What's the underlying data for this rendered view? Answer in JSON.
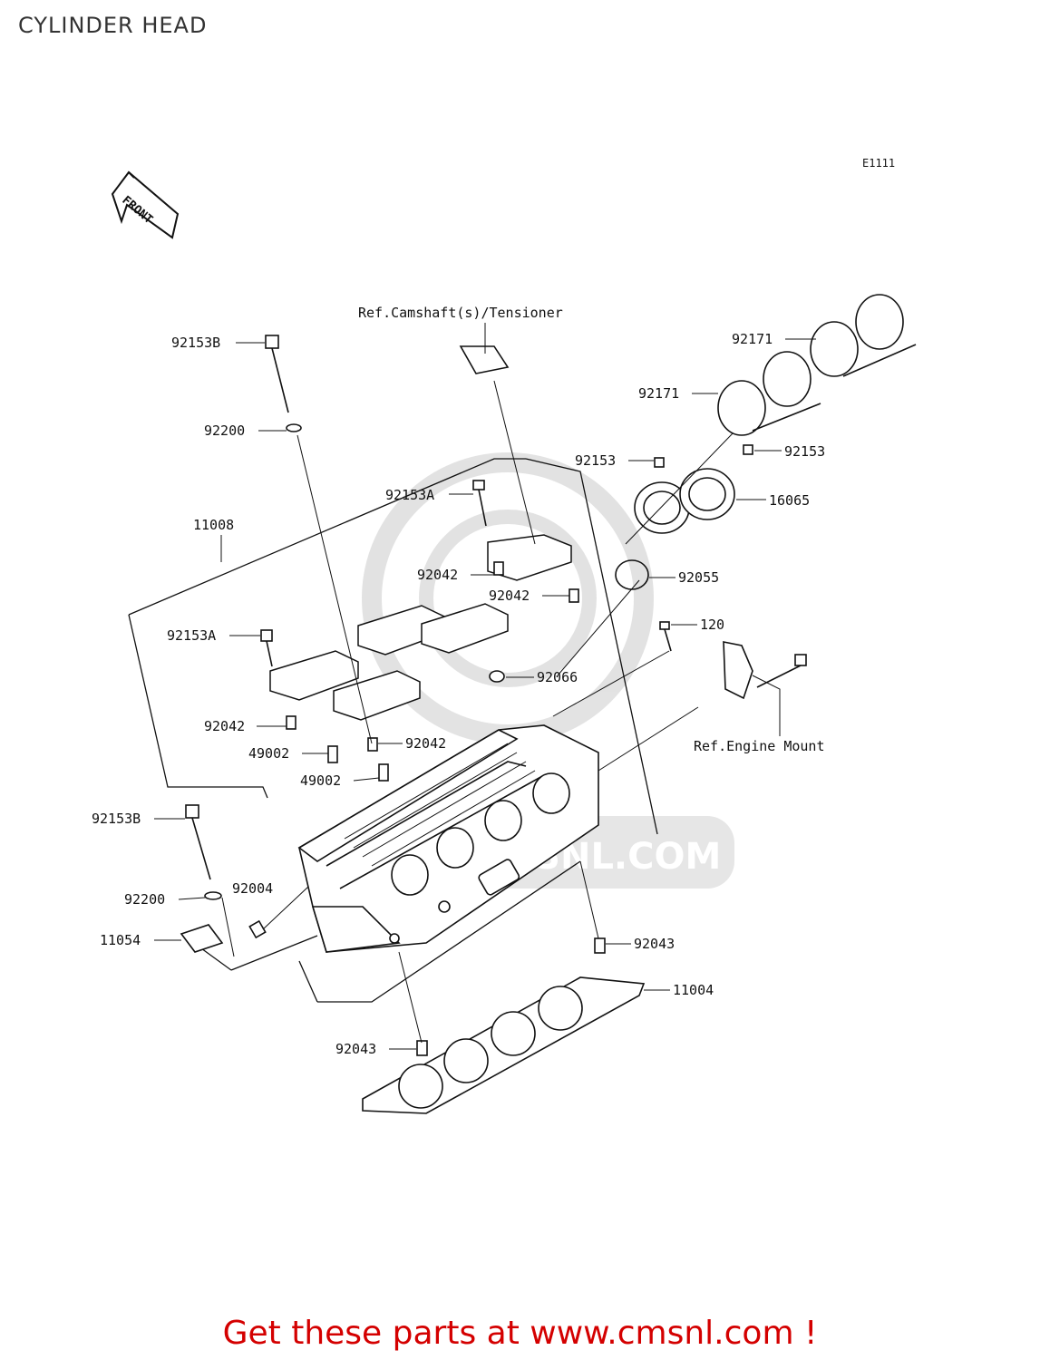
{
  "title": "CYLINDER HEAD",
  "diagram_code": "E1111",
  "front_label": "FRONT",
  "watermark": "CMSNL.COM",
  "footer_cta": "Get these parts at www.cmsnl.com !",
  "references": {
    "camshaft": "Ref.Camshaft(s)/Tensioner",
    "engine_mount": "Ref.Engine Mount"
  },
  "parts": [
    {
      "id": "p-92153B-top",
      "label": "92153B"
    },
    {
      "id": "p-92200-top",
      "label": "92200"
    },
    {
      "id": "p-11008",
      "label": "11008"
    },
    {
      "id": "p-92153A-left",
      "label": "92153A"
    },
    {
      "id": "p-92042-a",
      "label": "92042"
    },
    {
      "id": "p-49002-a",
      "label": "49002"
    },
    {
      "id": "p-92042-b",
      "label": "92042"
    },
    {
      "id": "p-49002-b",
      "label": "49002"
    },
    {
      "id": "p-92153B-bot",
      "label": "92153B"
    },
    {
      "id": "p-92200-bot",
      "label": "92200"
    },
    {
      "id": "p-92004",
      "label": "92004"
    },
    {
      "id": "p-11054",
      "label": "11054"
    },
    {
      "id": "p-92153A-mid",
      "label": "92153A"
    },
    {
      "id": "p-92042-c",
      "label": "92042"
    },
    {
      "id": "p-92042-d",
      "label": "92042"
    },
    {
      "id": "p-92066",
      "label": "92066"
    },
    {
      "id": "p-92043-a",
      "label": "92043"
    },
    {
      "id": "p-11004",
      "label": "11004"
    },
    {
      "id": "p-92043-b",
      "label": "92043"
    },
    {
      "id": "p-92171-a",
      "label": "92171"
    },
    {
      "id": "p-92171-b",
      "label": "92171"
    },
    {
      "id": "p-92153-left",
      "label": "92153"
    },
    {
      "id": "p-92153-right",
      "label": "92153"
    },
    {
      "id": "p-16065",
      "label": "16065"
    },
    {
      "id": "p-92055",
      "label": "92055"
    },
    {
      "id": "p-120",
      "label": "120"
    }
  ]
}
